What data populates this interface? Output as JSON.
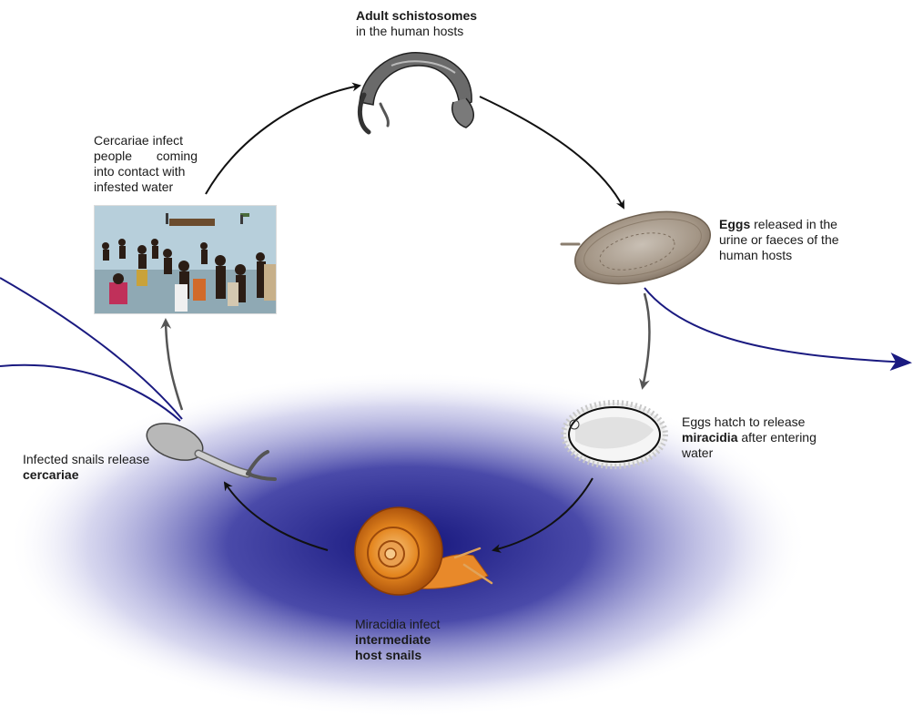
{
  "stages": {
    "adult": {
      "bold": "Adult schistosomes",
      "text": "in the human hosts"
    },
    "eggs": {
      "bold": "Eggs",
      "line1_rest": " released in the",
      "line2": "urine or faeces of the",
      "line3": "human hosts"
    },
    "hatch": {
      "line1": "Eggs hatch to release",
      "bold": "miracidia",
      "line2_rest": " after entering",
      "line3": "water"
    },
    "miracidia": {
      "line1": "Miracidia infect",
      "bold1": "intermediate",
      "bold2": "host snails"
    },
    "snails": {
      "line1": "Infected snails release",
      "bold": "cercariae"
    },
    "cercariae": {
      "line1": "Cercariae infect",
      "line2": "people coming",
      "line3": "into contact with",
      "line4": "infested water"
    }
  },
  "colors": {
    "arrow_cycle": "#111111",
    "arrow_grey": "#555555",
    "arrow_blue": "#1a1a80",
    "water_glow": "#1c1c8c",
    "snail_shell": "#e07a1e",
    "egg_fill": "#a89c8f"
  },
  "icons": {
    "adult": "adult-worm-icon",
    "egg": "egg-icon",
    "miracidium": "miracidium-egg-icon",
    "snail": "snail-icon",
    "cercaria": "cercaria-icon",
    "photo": "water-contact-photo"
  }
}
